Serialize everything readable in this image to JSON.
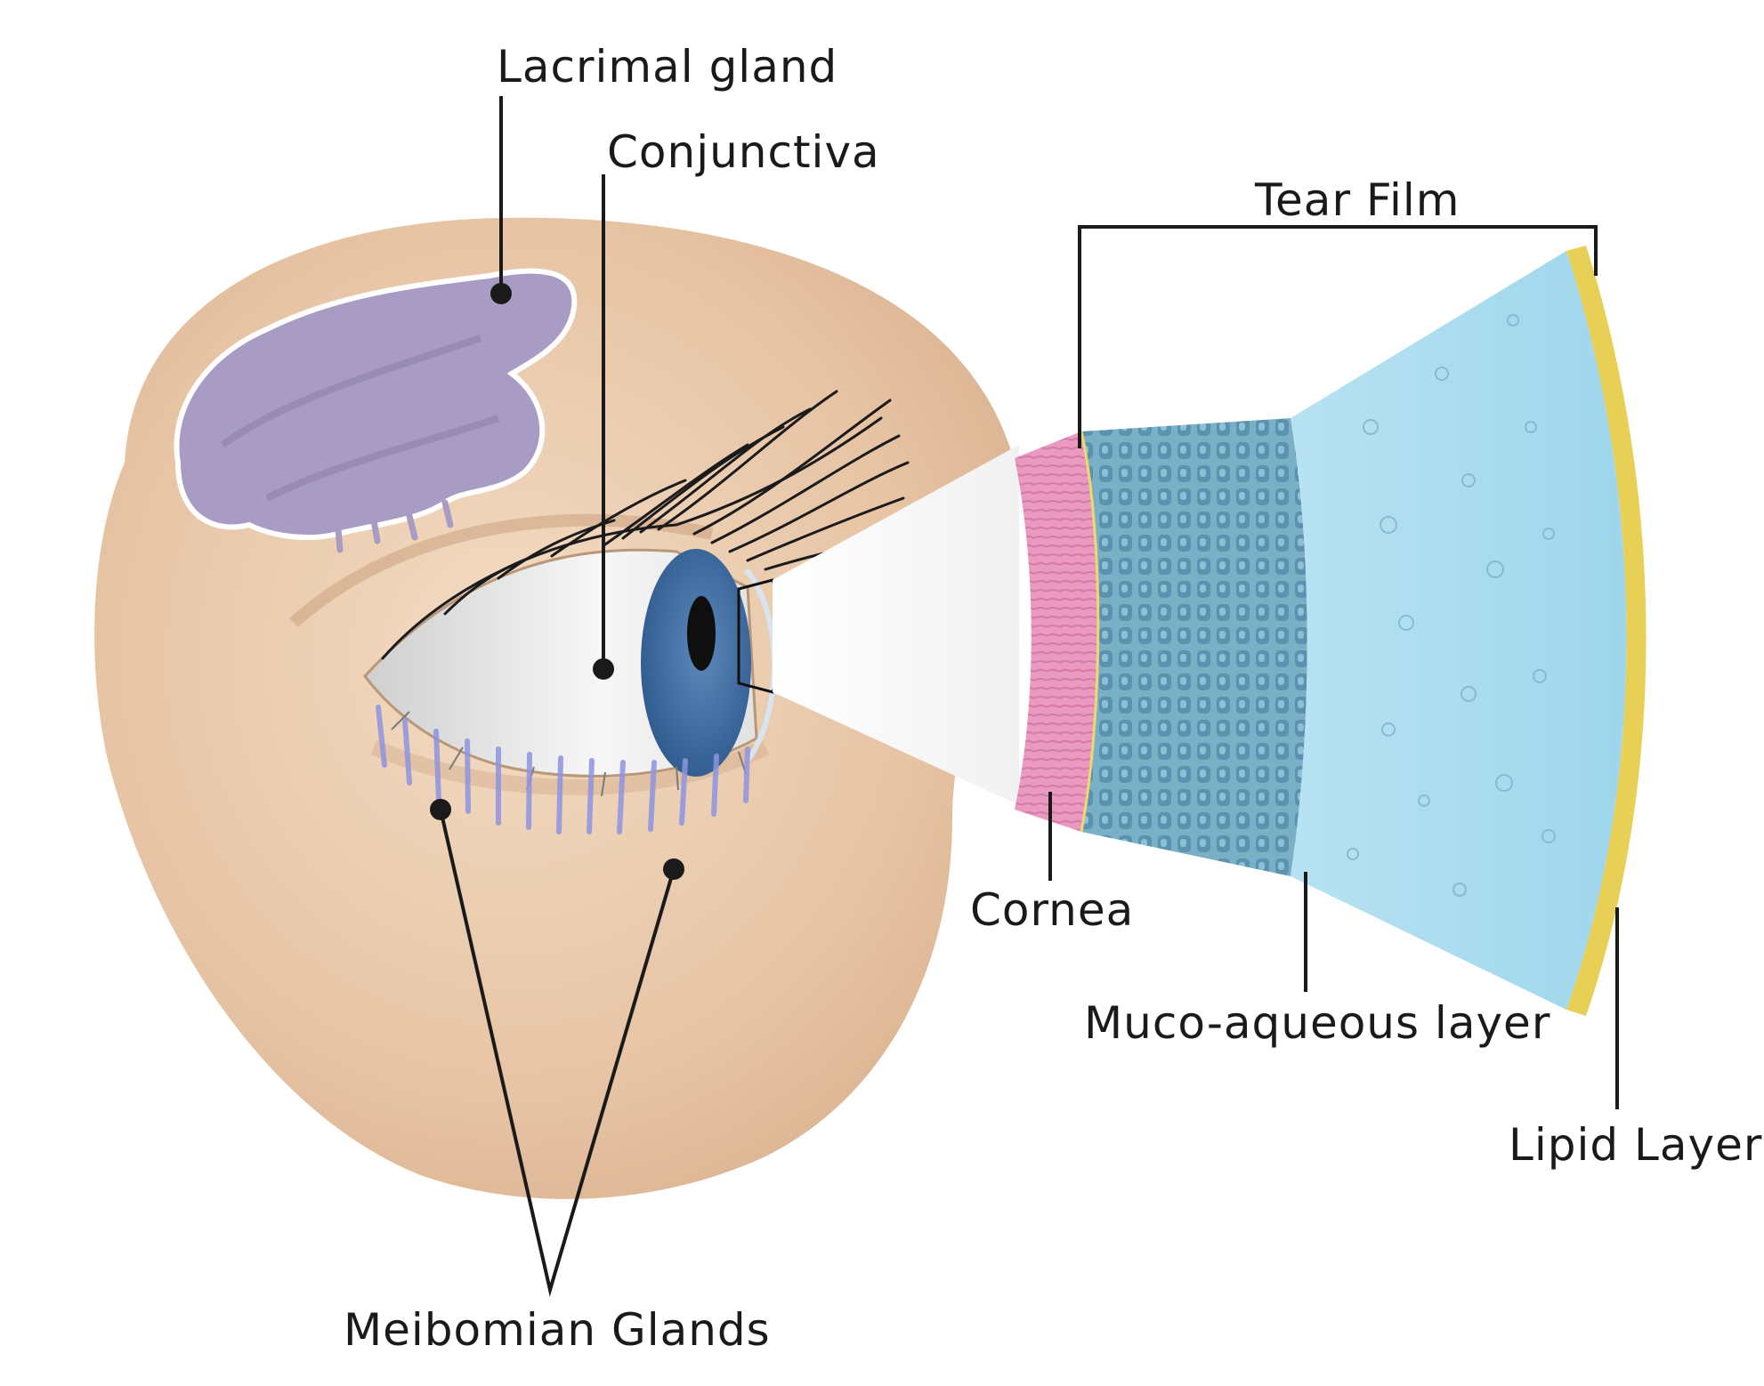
{
  "diagram": {
    "labels": {
      "lacrimal_gland": "Lacrimal gland",
      "conjunctiva": "Conjunctiva",
      "tear_film": "Tear Film",
      "cornea": "Cornea",
      "muco_aqueous_layer": "Muco-aqueous layer",
      "lipid_layer": "Lipid Layer",
      "meibomian_glands": "Meibomian Glands"
    },
    "colors": {
      "skin": "#e8c6a6",
      "lacrimal_gland": "#a89cc4",
      "iris": "#3f6b9e",
      "cornea_layer": "#e78fb8",
      "epithelium": "#5f9fb8",
      "muco_aqueous": "#a9dcef",
      "lipid": "#e8cf55",
      "leader_line": "#1a1a1a"
    }
  }
}
